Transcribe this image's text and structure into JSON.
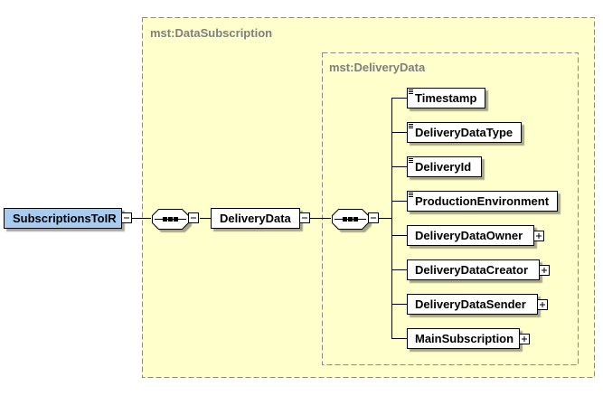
{
  "types": {
    "outer": "mst:DataSubscription",
    "inner": "mst:DeliveryData"
  },
  "root": {
    "label": "SubscriptionsToIR"
  },
  "middle": {
    "label": "DeliveryData"
  },
  "children": [
    {
      "label": "Timestamp",
      "kind": "attribute"
    },
    {
      "label": "DeliveryDataType",
      "kind": "attribute"
    },
    {
      "label": "DeliveryId",
      "kind": "attribute"
    },
    {
      "label": "ProductionEnvironment",
      "kind": "attribute"
    },
    {
      "label": "DeliveryDataOwner",
      "kind": "complex"
    },
    {
      "label": "DeliveryDataCreator",
      "kind": "complex"
    },
    {
      "label": "DeliveryDataSender",
      "kind": "complex"
    },
    {
      "label": "MainSubscription",
      "kind": "complex"
    }
  ],
  "colors": {
    "type_fill": "#ffffcc",
    "type_border": "#8a8a8a",
    "root_fill": "#a8cbf0",
    "element_fill": "#ffffff",
    "line": "#000000"
  }
}
